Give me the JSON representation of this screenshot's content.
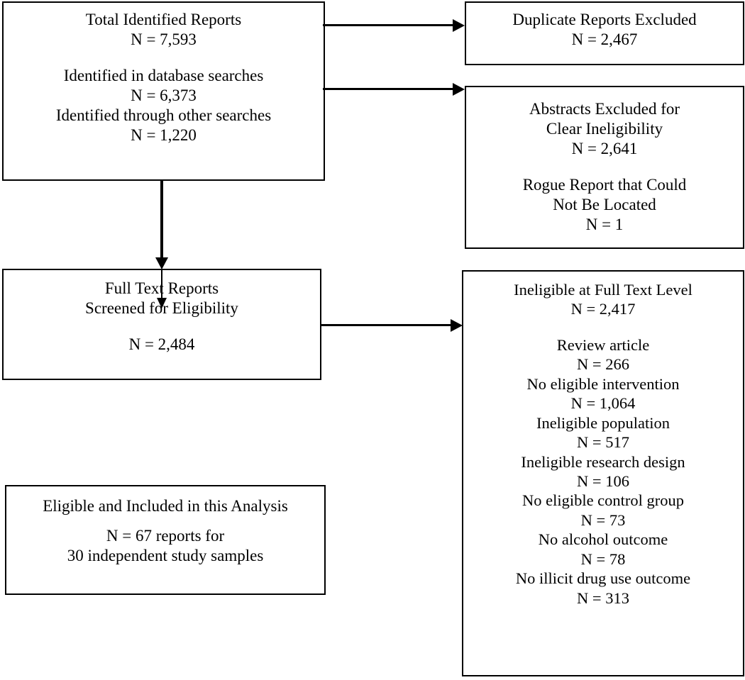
{
  "diagram": {
    "title": "PRISMA study selection flow diagram",
    "stroke_color": "#000000",
    "background_color": "#ffffff"
  },
  "nodes": {
    "identified": {
      "name": "Total Identified Reports",
      "lines": [
        "Total Identified Reports",
        "N = 7,593",
        "Identified in database searches",
        "N = 6,373",
        "Identified through other searches",
        "N = 1,220"
      ]
    },
    "duplicates_excluded": {
      "name": "Duplicate Reports Excluded",
      "lines": [
        "Duplicate Reports Excluded",
        "N = 2,467"
      ]
    },
    "abstracts_excluded": {
      "name": "Abstracts Excluded for Clear Ineligibility",
      "lines": [
        "Abstracts Excluded for",
        "Clear Ineligibility",
        "N = 2,641",
        "Rogue Report that Could",
        "Not Be Located",
        "N = 1"
      ]
    },
    "full_text": {
      "name": "Full Text Reports Screened for Eligibility",
      "lines": [
        "Full Text Reports",
        "Screened for Eligibility",
        "N = 2,484"
      ]
    },
    "ineligible_full_text": {
      "name": "Ineligible at Full Text Level",
      "header": "Ineligible at Full Text Level",
      "header_count": "N = 2,417",
      "reasons": [
        {
          "label": "Review article",
          "count": "N = 266"
        },
        {
          "label": "No eligible intervention",
          "count": "N = 1,064"
        },
        {
          "label": "Ineligible population",
          "count": "N = 517"
        },
        {
          "label": "Ineligible research design",
          "count": "N = 106"
        },
        {
          "label": "No eligible control group",
          "count": "N = 73"
        },
        {
          "label": "No alcohol outcome",
          "count": "N = 78"
        },
        {
          "label": "No illicit drug use outcome",
          "count": "N = 313"
        }
      ]
    },
    "included": {
      "name": "Eligible and Included in this Analysis",
      "lines": [
        "Eligible and Included in this Analysis",
        "N = 67 reports for",
        "30 independent study samples"
      ]
    }
  },
  "chart_data": {
    "type": "diagram",
    "title": "PRISMA study selection flow diagram",
    "stages": [
      {
        "id": "identified",
        "label": "Total Identified Reports",
        "n": 7593,
        "breakdown": [
          {
            "label": "Identified in database searches",
            "n": 6373
          },
          {
            "label": "Identified through other searches",
            "n": 1220
          }
        ]
      },
      {
        "id": "duplicates_excluded",
        "label": "Duplicate Reports Excluded",
        "n": 2467
      },
      {
        "id": "abstracts_excluded",
        "label": "Abstracts Excluded for Clear Ineligibility",
        "n": 2641,
        "breakdown": [
          {
            "label": "Rogue Report that Could Not Be Located",
            "n": 1
          }
        ]
      },
      {
        "id": "full_text",
        "label": "Full Text Reports Screened for Eligibility",
        "n": 2484
      },
      {
        "id": "ineligible_full_text",
        "label": "Ineligible at Full Text Level",
        "n": 2417,
        "breakdown": [
          {
            "label": "Review article",
            "n": 266
          },
          {
            "label": "No eligible intervention",
            "n": 1064
          },
          {
            "label": "Ineligible population",
            "n": 517
          },
          {
            "label": "Ineligible research design",
            "n": 106
          },
          {
            "label": "No eligible control group",
            "n": 73
          },
          {
            "label": "No alcohol outcome",
            "n": 78
          },
          {
            "label": "No illicit drug use outcome",
            "n": 313
          }
        ]
      },
      {
        "id": "included",
        "label": "Eligible and Included in this Analysis",
        "n_reports": 67,
        "n_samples": 30
      }
    ],
    "edges": [
      {
        "from": "identified",
        "to": "duplicates_excluded"
      },
      {
        "from": "identified",
        "to": "abstracts_excluded"
      },
      {
        "from": "identified",
        "to": "full_text"
      },
      {
        "from": "full_text",
        "to": "ineligible_full_text"
      }
    ]
  }
}
